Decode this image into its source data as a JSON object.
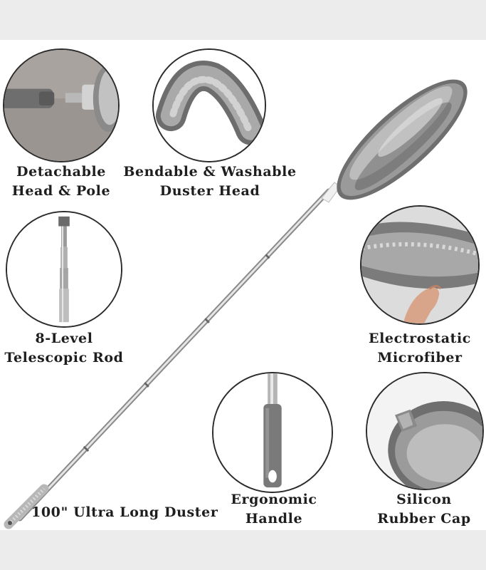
{
  "features": [
    {
      "line1": "Detachable",
      "line2": "Head & Pole"
    },
    {
      "line1": "Bendable & Washable",
      "line2": "Duster Head"
    },
    {
      "line1": "8-Level",
      "line2": "Telescopic Rod"
    },
    {
      "line1": "Electrostatic",
      "line2": "Microfiber"
    },
    {
      "line1": "Ergonomic",
      "line2": "Handle"
    },
    {
      "line1": "Silicon",
      "line2": "Rubber Cap"
    }
  ],
  "product_label": "100\" Ultra Long Duster",
  "icons": {
    "detachable": "detachable-head-icon",
    "bendable": "bendable-head-icon",
    "telescopic": "telescopic-rod-icon",
    "microfiber": "microfiber-closeup-icon",
    "handle": "ergonomic-handle-icon",
    "cap": "rubber-cap-icon"
  },
  "colors": {
    "background": "#ffffff",
    "frame": "#ececec",
    "microfiber": "#8d8d8d",
    "handle": "#777777",
    "text": "#1e1e1e"
  }
}
